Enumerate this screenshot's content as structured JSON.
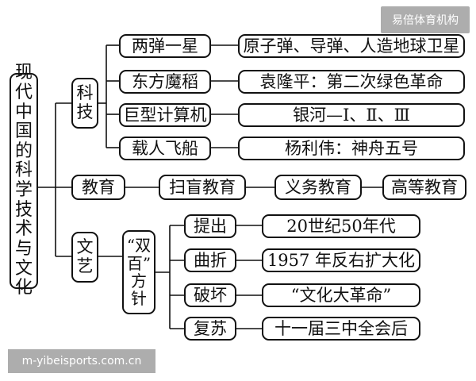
{
  "watermark": {
    "top_right": "易倍体育机构",
    "bottom_left": "m-yibeisports.com.cn"
  },
  "root": {
    "chars": [
      "现",
      "代",
      "中",
      "国",
      "的",
      "科",
      "学",
      "技",
      "术",
      "与",
      "文",
      "化"
    ]
  },
  "science": {
    "chars": [
      "科",
      "技"
    ],
    "items": [
      {
        "topic": "两弹一星",
        "detail": "原子弹、导弹、人造地球卫星"
      },
      {
        "topic": "东方魔稻",
        "detail": "袁隆平：第二次绿色革命"
      },
      {
        "topic": "巨型计算机",
        "detail": "银河—Ⅰ、Ⅱ、Ⅲ"
      },
      {
        "topic": "载人飞船",
        "detail": "杨利伟：神舟五号"
      }
    ]
  },
  "education": {
    "label": "教育",
    "stages": [
      "扫盲教育",
      "义务教育",
      "高等教育"
    ]
  },
  "culture": {
    "chars": [
      "文",
      "艺"
    ],
    "policy": {
      "chars": [
        "“双",
        "百”",
        "方",
        "针"
      ]
    },
    "items": [
      {
        "phase": "提出",
        "detail": "20世纪50年代"
      },
      {
        "phase": "曲折",
        "detail": "1957 年反右扩大化"
      },
      {
        "phase": "破坏",
        "detail": "“文化大革命”"
      },
      {
        "phase": "复苏",
        "detail": "十一届三中全会后"
      }
    ]
  }
}
